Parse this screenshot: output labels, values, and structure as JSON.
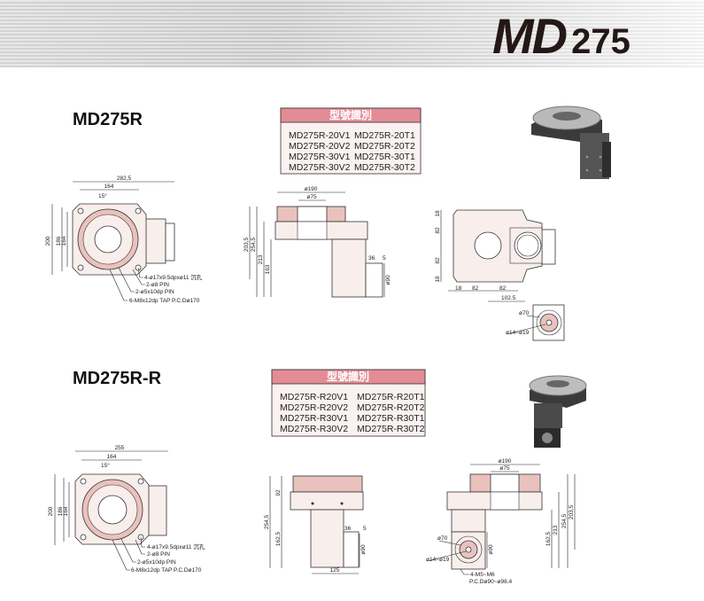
{
  "header": {
    "title_prefix": "MD",
    "title_number": "275"
  },
  "sections": [
    {
      "title": "MD275R",
      "model_table": {
        "header": "型號識別",
        "models": [
          [
            "MD275R-20V1",
            "MD275R-20T1"
          ],
          [
            "MD275R-20V2",
            "MD275R-20T2"
          ],
          [
            "MD275R-30V1",
            "MD275R-30T1"
          ],
          [
            "MD275R-30V2",
            "MD275R-30T2"
          ]
        ]
      },
      "top_view": {
        "width": "282,5",
        "pitch": "164",
        "angle": "15°",
        "height": "200",
        "inner_1": "186",
        "inner_2": "164",
        "callouts": [
          "4-ø17x9.5dpxø11 沉孔",
          "2-ø8 PIN",
          "2-ø5x10dp PIN",
          "6-M8x12dp TAP P.C.Dø170"
        ]
      },
      "side_view": {
        "dia_outer": "ø190",
        "dia_inner": "ø75",
        "h1": "203,5",
        "h2": "254,5",
        "h3": "213",
        "h4": "163",
        "d36": "36",
        "d5": "5",
        "dia_flange": "ø90"
      },
      "bottom_view": {
        "v1": "18",
        "v2": "82",
        "v3": "82",
        "v4": "18",
        "b1": "18",
        "b2": "82",
        "b3": "82",
        "b4": "102.5",
        "flange_dia": "ø70",
        "shaft_dia": "ø14~ø19"
      }
    },
    {
      "title": "MD275R-R",
      "model_table": {
        "header": "型號識別",
        "models": [
          [
            "MD275R-R20V1",
            "MD275R-R20T1"
          ],
          [
            "MD275R-R20V2",
            "MD275R-R20T2"
          ],
          [
            "MD275R-R30V1",
            "MD275R-R30T1"
          ],
          [
            "MD275R-R30V2",
            "MD275R-R30T2"
          ]
        ]
      },
      "top_view": {
        "width": "255",
        "pitch": "164",
        "angle": "15°",
        "height": "200",
        "inner_1": "186",
        "inner_2": "164",
        "callouts": [
          "4-ø17x9.5dpxø11 沉孔",
          "2-ø8 PIN",
          "2-ø5x10dp PIN",
          "6-M8x12dp TAP P.C.Dø170"
        ]
      },
      "side_view": {
        "h_total": "254,5",
        "h_top": "92",
        "h_bottom": "162,5",
        "d36": "36",
        "d5": "5",
        "dia_flange": "ø90",
        "width": "125"
      },
      "front_view": {
        "dia_outer": "ø190",
        "dia_inner": "ø75",
        "h1": "162,5",
        "h2": "213",
        "h3": "254,5",
        "h4": "203,5",
        "dia_flange": "ø90",
        "flange_dia": "ø70",
        "shaft_dia": "ø14~ø19",
        "screws": "4-M5~M6",
        "pcd": "P.C.Dø90~ø98.4"
      }
    }
  ]
}
